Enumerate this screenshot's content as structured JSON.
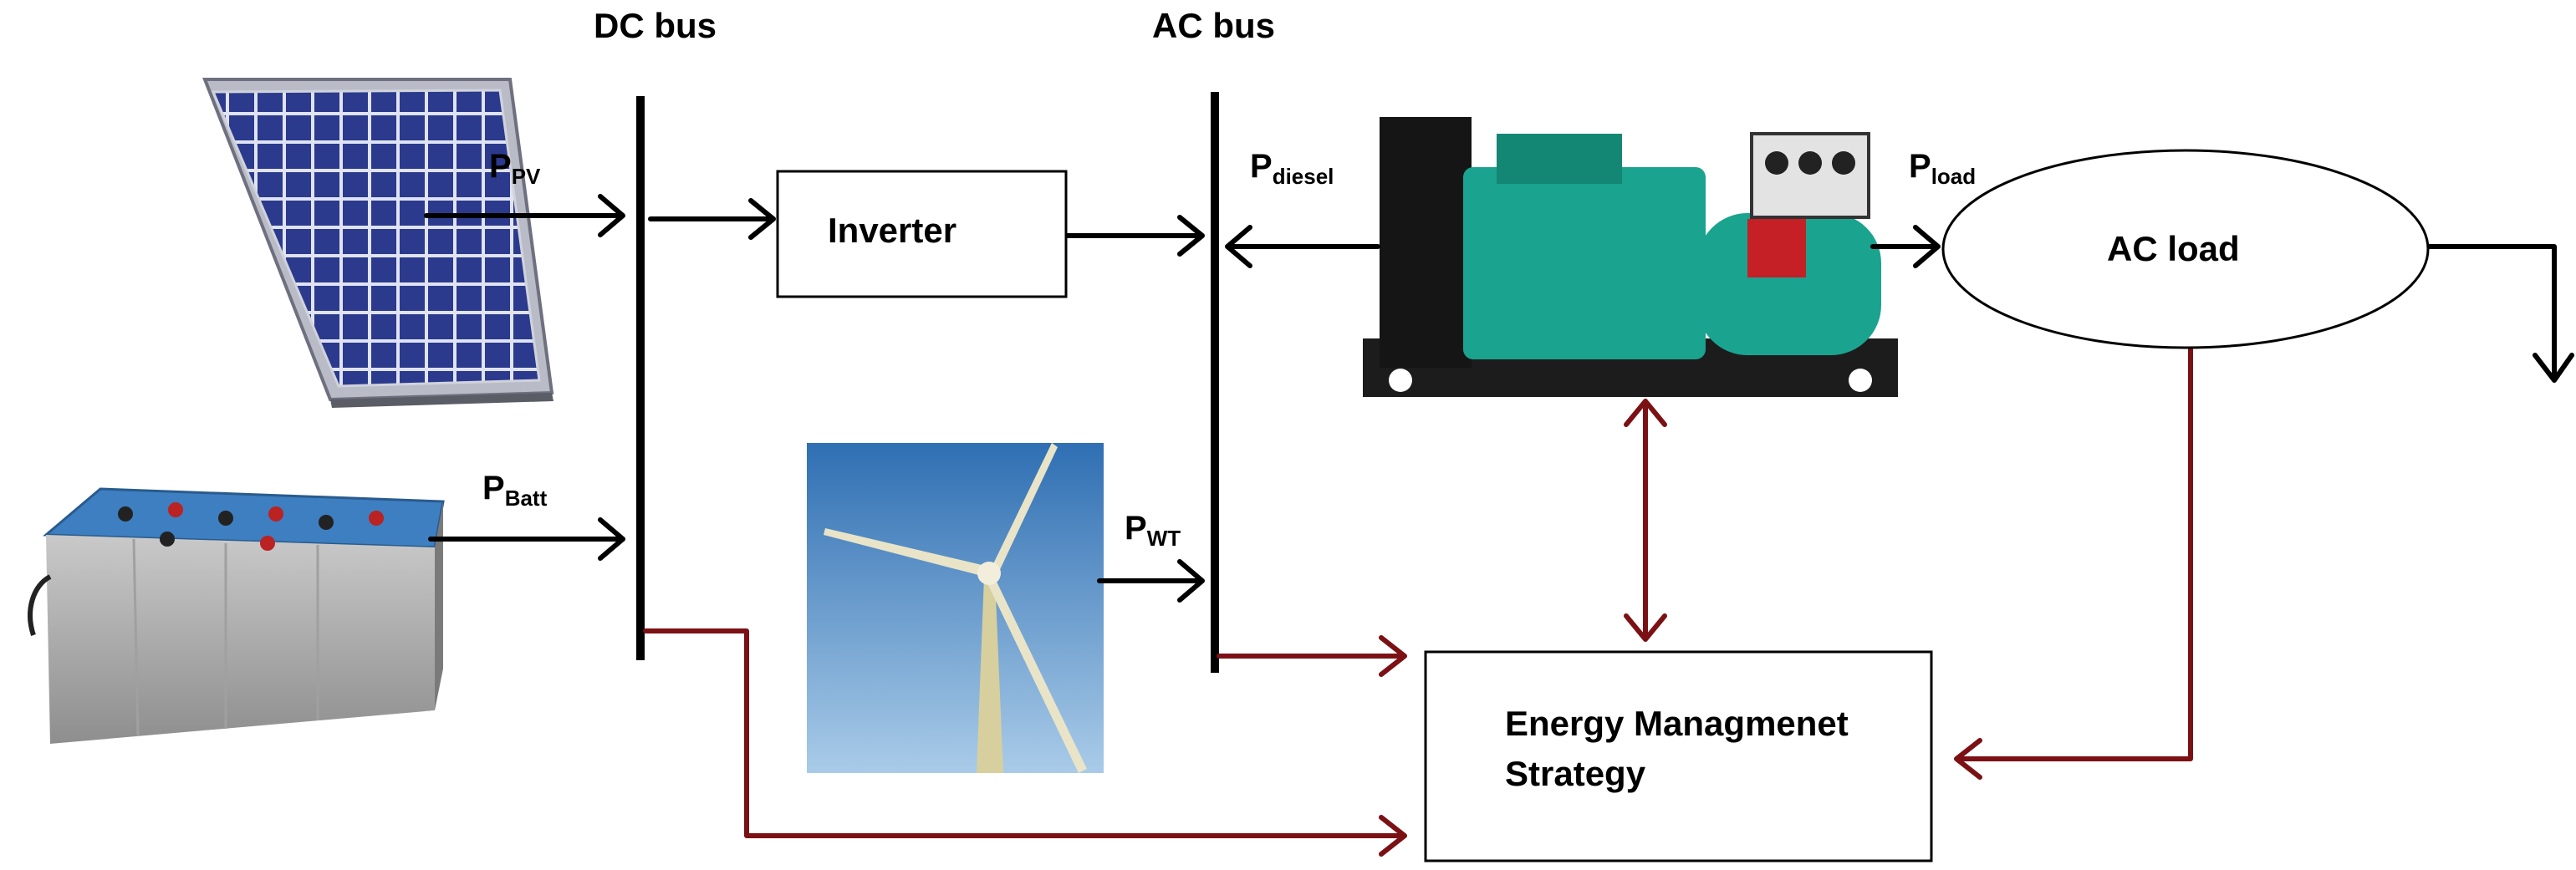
{
  "buses": {
    "dc": "DC bus",
    "ac": "AC bus"
  },
  "blocks": {
    "inverter": "Inverter",
    "ac_load": "AC load",
    "ems_line1": "Energy Managmenet",
    "ems_line2": "Strategy"
  },
  "flows": {
    "pv": {
      "main": "P",
      "sub": "PV"
    },
    "batt": {
      "main": "P",
      "sub": "Batt"
    },
    "wt": {
      "main": "P",
      "sub": "WT"
    },
    "diesel": {
      "main": "P",
      "sub": "diesel"
    },
    "load": {
      "main": "P",
      "sub": "load"
    }
  },
  "colors": {
    "power_line": "#000000",
    "control_line": "#7b1114",
    "panel_cell": "#2b3a8c",
    "battery_top": "#3d7fc1",
    "genset": "#1aa38f",
    "sky": "#6aa4d6"
  }
}
